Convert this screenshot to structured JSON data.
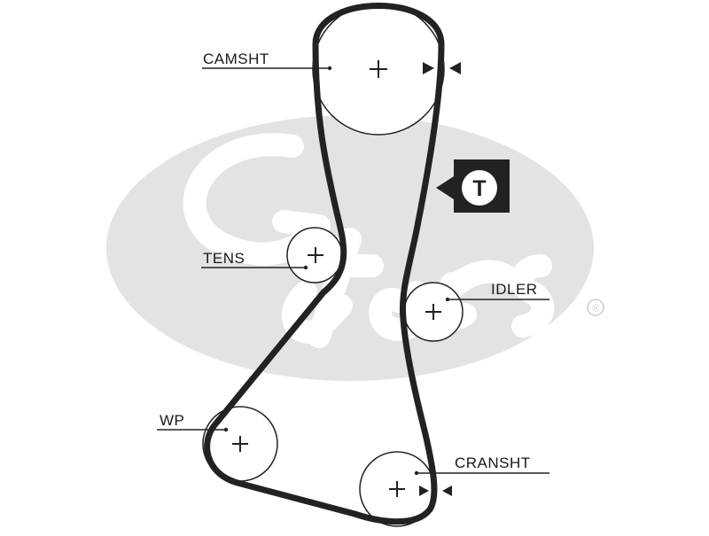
{
  "diagram": {
    "components": {
      "camshaft": "CAMSHT",
      "tensioner": "TENS",
      "idler": "IDLER",
      "water_pump": "WP",
      "crankshaft": "CRANSHT"
    },
    "tension_marker": "T",
    "watermark": {
      "brand": "Gates",
      "registered_mark": "®"
    },
    "colors": {
      "belt": "#222222",
      "watermark": "#e3e3e3",
      "text": "#1a1a1a"
    }
  }
}
